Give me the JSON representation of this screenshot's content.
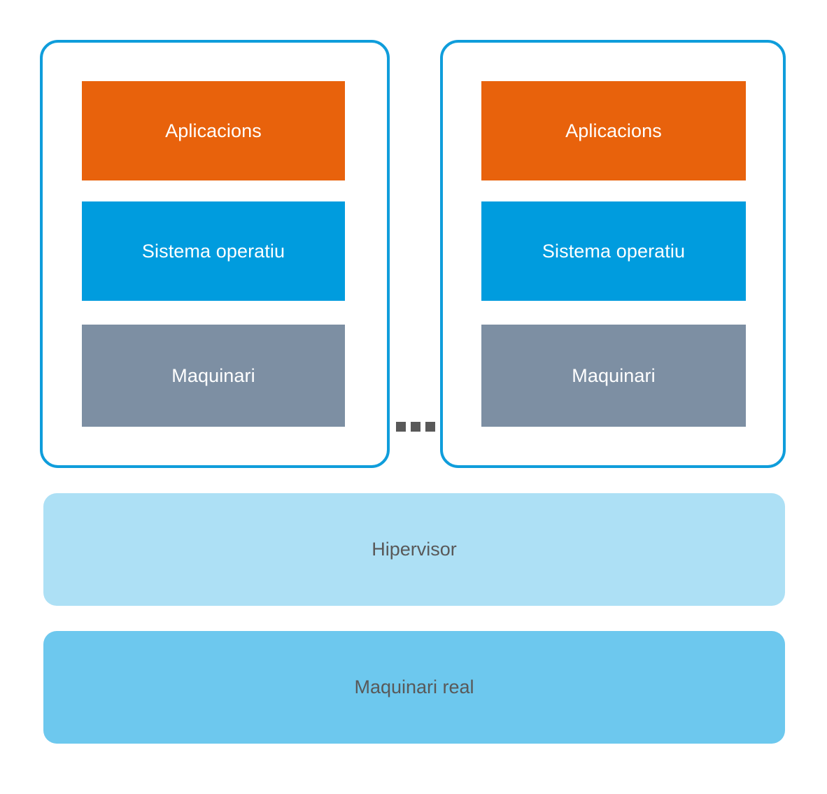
{
  "diagram": {
    "title_text": "",
    "colors": {
      "vm_border": "#0f9ddb",
      "applications": "#E8620C",
      "operating_system": "#009CDE",
      "hardware": "#7D8FA3",
      "hypervisor": "#ADE0F5",
      "physical_hardware": "#6DC8EE",
      "layer_text": "#FFFFFF",
      "band_text": "#595959",
      "ellipsis_dot": "#595959",
      "background": "#FFFFFF"
    },
    "virtual_machines": [
      {
        "id": "vm-1",
        "layers": [
          {
            "key": "applications",
            "label": "Aplicacions"
          },
          {
            "key": "operating_system",
            "label": "Sistema operatiu"
          },
          {
            "key": "hardware",
            "label": "Maquinari"
          }
        ]
      },
      {
        "id": "vm-2",
        "layers": [
          {
            "key": "applications",
            "label": "Aplicacions"
          },
          {
            "key": "operating_system",
            "label": "Sistema operatiu"
          },
          {
            "key": "hardware",
            "label": "Maquinari"
          }
        ]
      }
    ],
    "ellipsis": {
      "glyph": "...",
      "dot_count": 3
    },
    "bands": [
      {
        "key": "hypervisor",
        "label": "Hipervisor"
      },
      {
        "key": "physical_hardware",
        "label": "Maquinari real"
      }
    ]
  }
}
